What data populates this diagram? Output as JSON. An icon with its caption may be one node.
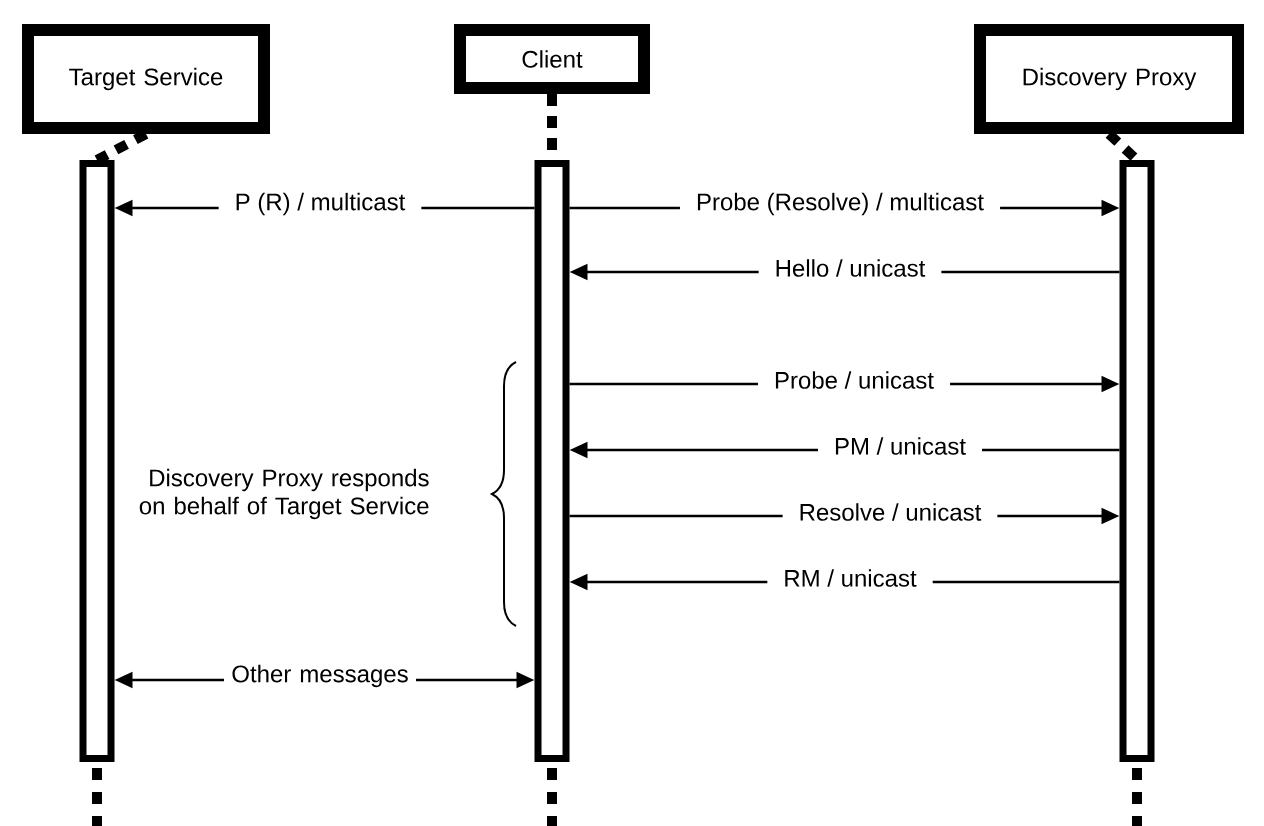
{
  "diagram": {
    "nodes": [
      {
        "text": [
          "Target Service"
        ]
      },
      {
        "text": [
          "Client"
        ]
      },
      {
        "text": [
          "Discovery Proxy"
        ]
      },
      {
        "text": [],
        "shape": "bar"
      },
      {
        "text": [],
        "shape": "bar"
      },
      {
        "text": [],
        "shape": "bar"
      },
      {
        "text": [
          "Discovery Proxy responds on behalf of Target Service"
        ]
      }
    ],
    "edges": [
      {
        "from": 0,
        "to": 3,
        "arrow": "none",
        "style": "dashed"
      },
      {
        "from": 1,
        "to": 4,
        "arrow": "none",
        "style": "dashed"
      },
      {
        "from": 2,
        "to": 5,
        "arrow": "none",
        "style": "dashed"
      },
      {
        "from": 4,
        "to": 3,
        "arrow": "to",
        "label": "P (R) / multicast"
      },
      {
        "from": 4,
        "to": 5,
        "arrow": "to",
        "label": "Probe (Resolve) / multicast"
      },
      {
        "from": 5,
        "to": 4,
        "arrow": "to",
        "label": "Hello / unicast"
      },
      {
        "from": 4,
        "to": 5,
        "arrow": "to",
        "label": "Probe / unicast"
      },
      {
        "from": 5,
        "to": 4,
        "arrow": "to",
        "label": "PM / unicast"
      },
      {
        "from": 4,
        "to": 5,
        "arrow": "to",
        "label": "Resolve / unicast"
      },
      {
        "from": 5,
        "to": 4,
        "arrow": "to",
        "label": "RM / unicast"
      },
      {
        "from": 3,
        "to": 4,
        "arrow": "both",
        "label": "Other messages"
      }
    ]
  }
}
